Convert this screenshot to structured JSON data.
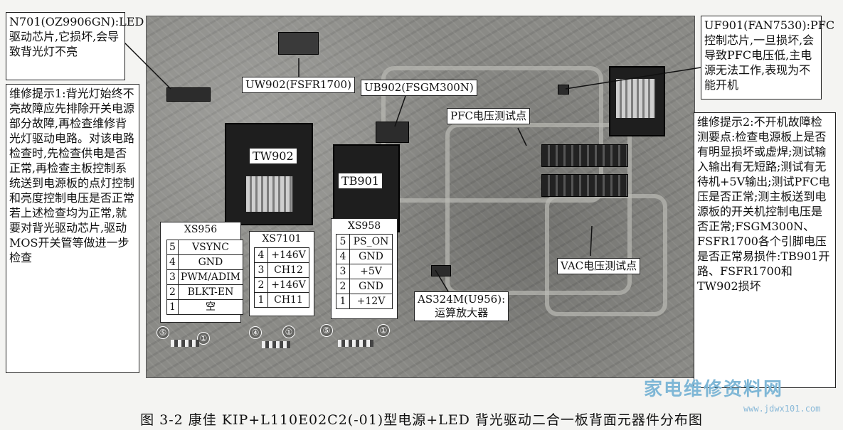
{
  "callouts": {
    "n701": "N701(OZ9906GN):LED驱动芯片,它损坏,会导致背光灯不亮",
    "tip1": "维修提示1:背光灯始终不亮故障应先排除开关电源部分故障,再检查维修背光灯驱动电路。对该电路检查时,先检查供电是否正常,再检查主板控制系统送到电源板的点灯控制和亮度控制电压是否正常若上述检查均为正常,就要对背光驱动芯片,驱动MOS开关管等做进一步检查",
    "uf901": "UF901(FAN7530):PFC控制芯片,一旦损坏,会导致PFC电压低,主电源无法工作,表现为不能开机",
    "tip2": "维修提示2:不开机故障检测要点:检查电源板上是否有明显损坏或虚焊;测试输入输出有无短路;测试有无待机+5V输出;测试PFC电压是否正常;测主板送到电源板的开关机控制电压是否正常;FSGM300N、FSFR1700各个引脚电压是否正常易损件:TB901开路、FSFR1700和TW902损坏"
  },
  "tags": {
    "uw902": "UW902(FSFR1700)",
    "ub902": "UB902(FSGM300N)",
    "pfc_test": "PFC电压测试点",
    "vac_test": "VAC电压测试点",
    "tw902": "TW902",
    "tb901": "TB901",
    "as324m": "AS324M(U956):\n运算放大器"
  },
  "connectors": {
    "xs956": {
      "name": "XS956",
      "pins": [
        [
          "5",
          "VSYNC"
        ],
        [
          "4",
          "GND"
        ],
        [
          "3",
          "PWM/ADIM"
        ],
        [
          "2",
          "BLKT-EN"
        ],
        [
          "1",
          "空"
        ]
      ],
      "ends": [
        "⑤",
        "①"
      ]
    },
    "xs7101": {
      "name": "XS7101",
      "pins": [
        [
          "4",
          "+146V"
        ],
        [
          "3",
          "CH12"
        ],
        [
          "2",
          "+146V"
        ],
        [
          "1",
          "CH11"
        ]
      ],
      "ends": [
        "④",
        "①"
      ]
    },
    "xs958": {
      "name": "XS958",
      "pins": [
        [
          "5",
          "PS_ON"
        ],
        [
          "4",
          "GND"
        ],
        [
          "3",
          "+5V"
        ],
        [
          "2",
          "GND"
        ],
        [
          "1",
          "+12V"
        ]
      ],
      "ends": [
        "⑤",
        "①"
      ]
    }
  },
  "caption": "图 3-2  康佳 KIP+L110E02C2(-01)型电源+LED 背光驱动二合一板背面元器件分布图",
  "watermark": {
    "text": "家电维修资料网",
    "url": "www.jdwx101.com"
  }
}
